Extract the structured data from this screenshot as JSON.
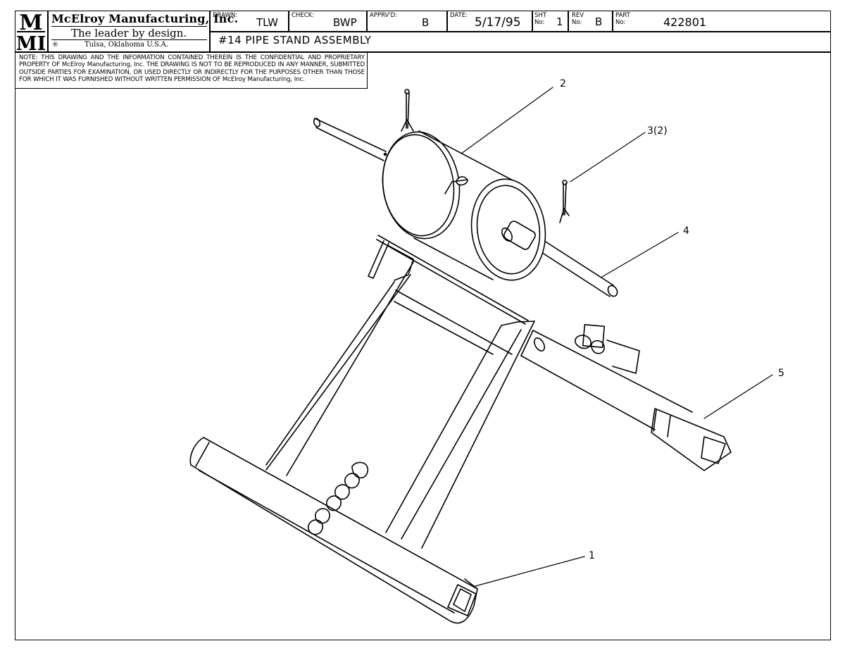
{
  "company": {
    "logo_text": "MMI",
    "name": "McElroy Manufacturing, Inc.",
    "tagline": "The leader by design.",
    "registered_mark": "®",
    "location": "Tulsa, Oklahoma U.S.A."
  },
  "title_block": {
    "drawn_label": "DRAWN:",
    "drawn_value": "TLW",
    "check_label": "CHECK:",
    "check_value": "BWP",
    "approved_label": "APPRV'D:",
    "approved_value": "B",
    "date_label": "DATE:",
    "date_value": "5/17/95",
    "sheet_label_1": "SHT",
    "sheet_label_2": "No:",
    "sheet_value": "1",
    "rev_label_1": "REV",
    "rev_label_2": "No:",
    "rev_value": "B",
    "part_label_1": "PART",
    "part_label_2": "No:",
    "part_value": "422801",
    "drawing_title": "#14 PIPE STAND ASSEMBLY"
  },
  "note": "NOTE: THIS DRAWING AND THE INFORMATION CONTAINED THEREIN IS THE CONFIDENTIAL AND PROPRIETARY PROPERTY OF McElroy Manufacturing, Inc. THE DRAWING IS NOT TO BE REPRODUCED IN ANY MANNER, SUBMITTED OUTSIDE PARTIES FOR EXAMINATION, OR USED DIRECTLY OR INDIRECTLY FOR THE PURPOSES OTHER THAN THOSE FOR WHICH IT WAS FURNISHED WITHOUT WRITTEN PERMISSION OF McElroy Manufacturing, Inc.",
  "callouts": {
    "c1": "1",
    "c2": "2",
    "c3": "3(2)",
    "c4": "4",
    "c5": "5"
  }
}
